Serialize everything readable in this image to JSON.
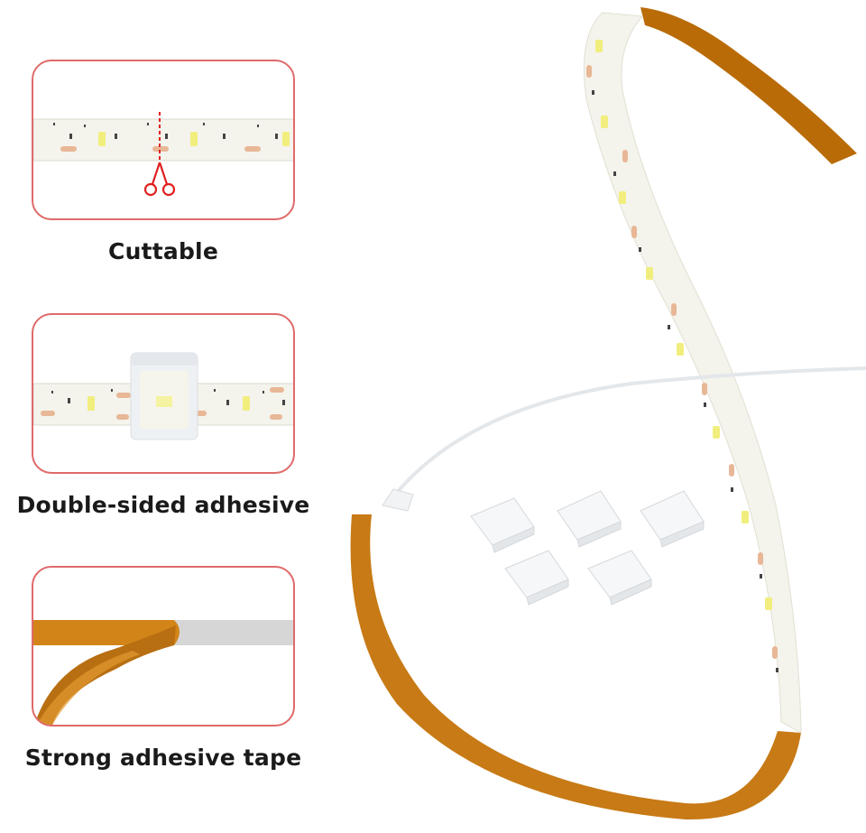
{
  "features": [
    {
      "label": "Cuttable",
      "icon": "scissors-icon"
    },
    {
      "label": "Double-sided adhesive",
      "icon": "mounting-clip-icon"
    },
    {
      "label": "Strong adhesive tape",
      "icon": "adhesive-tape-icon"
    }
  ],
  "colors": {
    "panel_border": "#e06a6a",
    "tape_orange": "#c77a15",
    "strip_white": "#f4f3ec",
    "led_yellow": "#f1ee7e",
    "resistor_tan": "#e8b796",
    "cut_line_red": "#e02020",
    "backing_gray": "#d6d6d6"
  }
}
